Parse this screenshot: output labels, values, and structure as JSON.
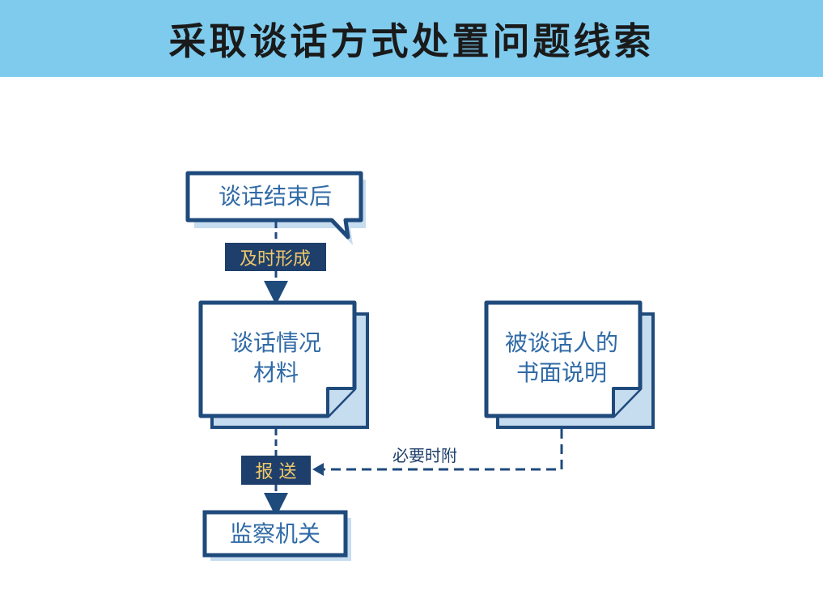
{
  "title": "采取谈话方式处置问题线索",
  "nodes": {
    "talk_end": "谈话结束后",
    "form_badge": "及时形成",
    "talk_material_line1": "谈话情况",
    "talk_material_line2": "材料",
    "written_line1": "被谈话人的",
    "written_line2": "书面说明",
    "report_badge": "报 送",
    "supervisory": "监察机关",
    "attach_label": "必要时附"
  },
  "colors": {
    "header_bg": "#7ecbee",
    "navy": "#1f4a7c",
    "dark_badge": "#1e3f6b",
    "text_blue": "#2f6aa6",
    "badge_text": "#f2c86a",
    "shadow_blue": "#c6dcef"
  }
}
